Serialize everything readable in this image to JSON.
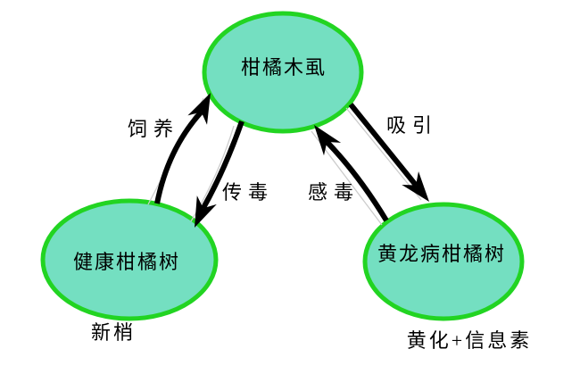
{
  "diagram": {
    "title": "citrus-psyllid-hlb-transmission-cycle",
    "colors": {
      "background": "#ffffff",
      "node_fill": "#74dfc1",
      "node_border": "#22d422",
      "arrow": "#000000",
      "shadow_line": "#cccccc",
      "text": "#000000"
    },
    "nodes": [
      {
        "id": "psyllid",
        "label": "柑橘木虱"
      },
      {
        "id": "healthy-tree",
        "label": "健康柑橘树",
        "caption": "新梢"
      },
      {
        "id": "hlb-tree",
        "label": "黄龙病柑橘树",
        "caption": "黄化+信息素"
      }
    ],
    "edges": [
      {
        "id": "feed",
        "label": "饲养",
        "from": "healthy-tree",
        "to": "psyllid"
      },
      {
        "id": "transmit",
        "label": "传毒",
        "from": "psyllid",
        "to": "healthy-tree"
      },
      {
        "id": "acquire",
        "label": "感毒",
        "from": "hlb-tree",
        "to": "psyllid"
      },
      {
        "id": "attract",
        "label": "吸引",
        "from": "psyllid",
        "to": "hlb-tree"
      }
    ]
  }
}
